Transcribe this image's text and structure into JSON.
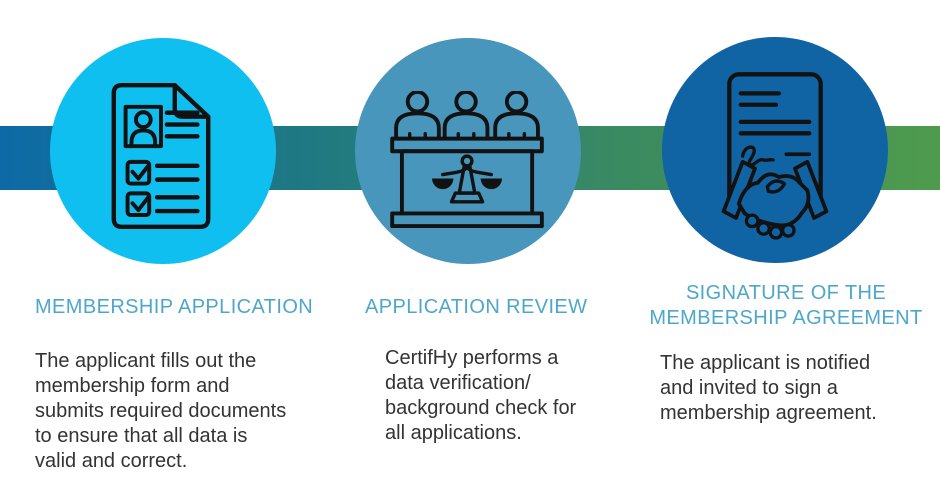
{
  "process": {
    "band": {
      "gradient": [
        "#0d6aa6",
        "#1f7982",
        "#3a8a62",
        "#4f9b4d"
      ]
    },
    "steps": [
      {
        "heading": "MEMBERSHIP APPLICATION",
        "body": "The applicant fills out the\nmembership form and\nsubmits required documents\nto ensure that all data is\nvalid and correct.",
        "icon": "application-form-icon",
        "circle_color": "#0fbfef"
      },
      {
        "heading": "APPLICATION REVIEW",
        "body": "CertifHy performs a\ndata verification/\nbackground check for\nall applications.",
        "icon": "review-panel-icon",
        "circle_color": "#4896bc"
      },
      {
        "heading": "SIGNATURE OF THE\nMEMBERSHIP AGREEMENT",
        "body": "The applicant is notified\nand invited to sign a\nmembership agreement.",
        "icon": "agreement-handshake-icon",
        "circle_color": "#1064a4"
      }
    ]
  },
  "colors": {
    "heading_text": "#4da7cb",
    "body_text": "#333333",
    "icon_stroke": "#121212"
  }
}
